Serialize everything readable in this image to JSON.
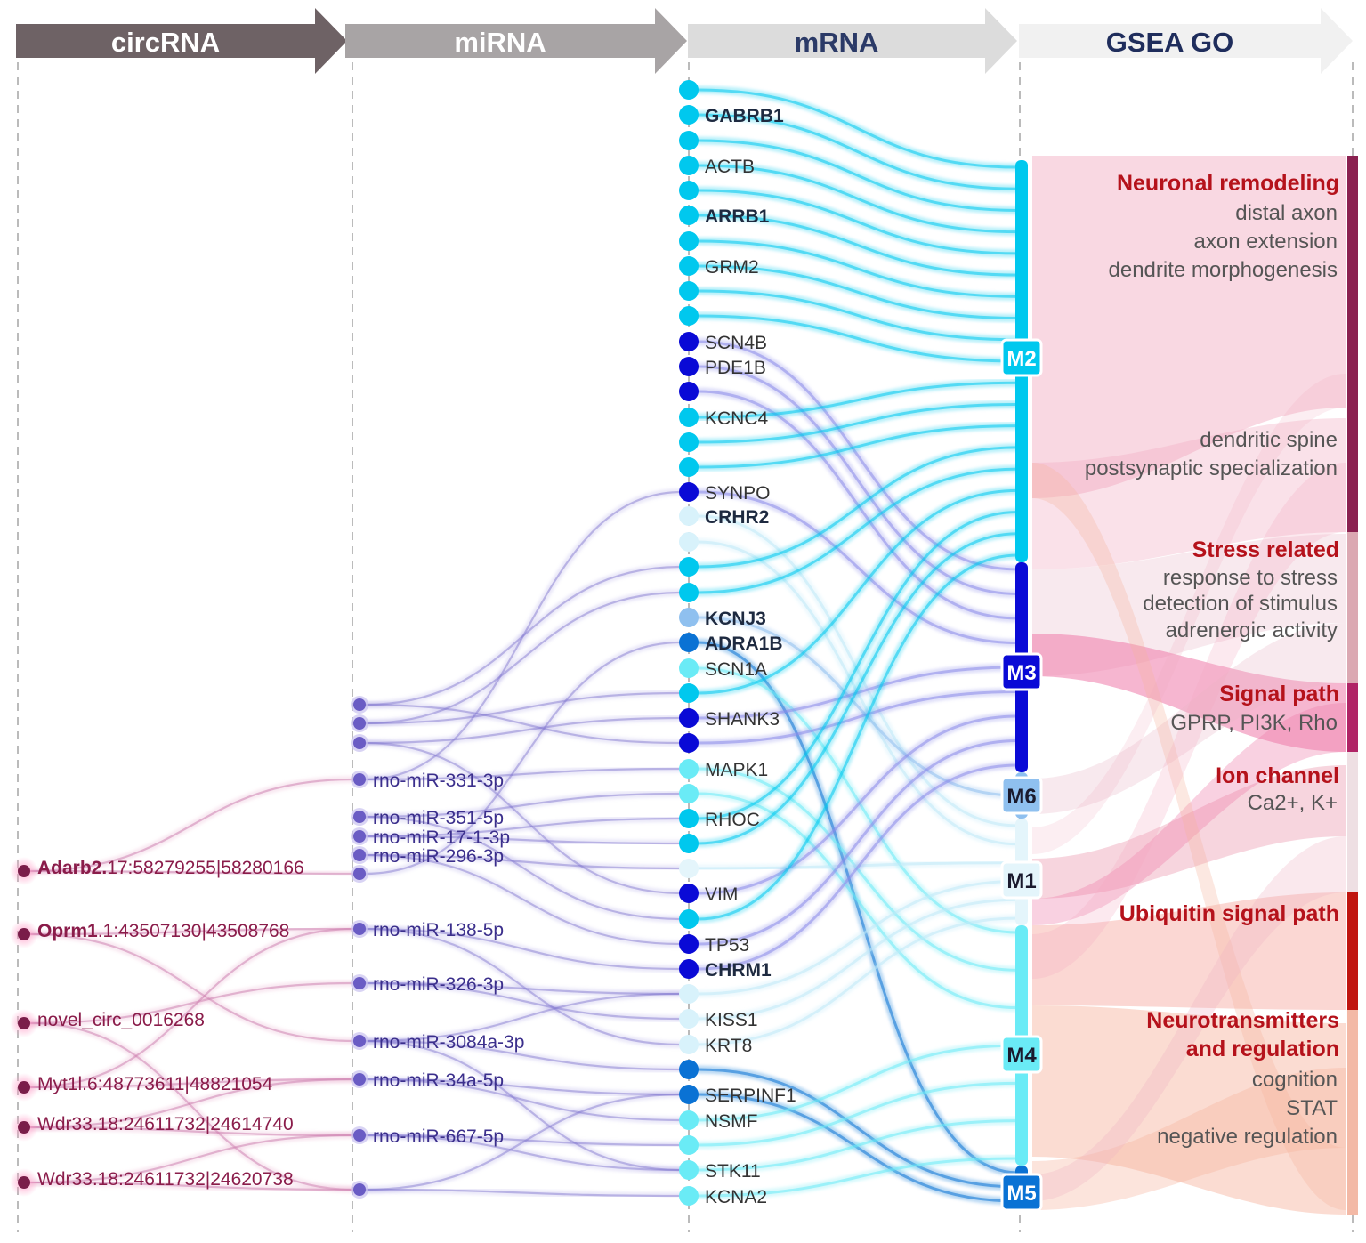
{
  "header": {
    "stages": [
      {
        "label": "circRNA",
        "fill": "#6e6265",
        "text_color": "#ffffff"
      },
      {
        "label": "miRNA",
        "fill": "#a8a4a5",
        "text_color": "#ffffff"
      },
      {
        "label": "mRNA",
        "fill": "#dcdcdc",
        "text_color": "#2b3a67"
      },
      {
        "label": "GSEA GO",
        "fill": "#f1f1f1",
        "text_color": "#1f2d5c"
      }
    ]
  },
  "circrnas": [
    {
      "bold": "Adarb2.",
      "rest": "17:58279255|58280166",
      "color": "#8a1c4a"
    },
    {
      "bold": "Oprm1",
      "rest": ".1:43507130|43508768",
      "color": "#8a1c4a"
    },
    {
      "bold": "",
      "rest": "novel_circ_0016268",
      "color": "#8a1c4a"
    },
    {
      "bold": "",
      "rest": "Myt1l.6:48773611|48821054",
      "color": "#8a1c4a"
    },
    {
      "bold": "",
      "rest": "Wdr33.18:24611732|24614740",
      "color": "#8a1c4a"
    },
    {
      "bold": "",
      "rest": "Wdr33.18:24611732|24620738",
      "color": "#8a1c4a"
    }
  ],
  "mirnas": [
    {
      "label": ""
    },
    {
      "label": ""
    },
    {
      "label": ""
    },
    {
      "label": "rno-miR-331-3p"
    },
    {
      "label": "rno-miR-351-5p"
    },
    {
      "label": "rno-miR-17-1-3p"
    },
    {
      "label": "rno-miR-296-3p"
    },
    {
      "label": ""
    },
    {
      "label": "rno-miR-138-5p"
    },
    {
      "label": "rno-miR-326-3p"
    },
    {
      "label": "rno-miR-3084a-3p"
    },
    {
      "label": "rno-miR-34a-5p"
    },
    {
      "label": "rno-miR-667-5p"
    },
    {
      "label": ""
    }
  ],
  "mrnas": [
    {
      "label": "",
      "bold": false,
      "color": "#00c8ee"
    },
    {
      "label": "GABRB1",
      "bold": true,
      "color": "#00c8ee"
    },
    {
      "label": "",
      "bold": false,
      "color": "#00c8ee"
    },
    {
      "label": "ACTB",
      "bold": false,
      "color": "#00c8ee"
    },
    {
      "label": "",
      "bold": false,
      "color": "#00c8ee"
    },
    {
      "label": "ARRB1",
      "bold": true,
      "color": "#00c8ee"
    },
    {
      "label": "",
      "bold": false,
      "color": "#00c8ee"
    },
    {
      "label": "GRM2",
      "bold": false,
      "color": "#00c8ee"
    },
    {
      "label": "",
      "bold": false,
      "color": "#00c8ee"
    },
    {
      "label": "",
      "bold": false,
      "color": "#00c8ee"
    },
    {
      "label": "SCN4B",
      "bold": false,
      "color": "#0a0ad6"
    },
    {
      "label": "PDE1B",
      "bold": false,
      "color": "#0a0ad6"
    },
    {
      "label": "",
      "bold": false,
      "color": "#0a0ad6"
    },
    {
      "label": "KCNC4",
      "bold": false,
      "color": "#00c8ee"
    },
    {
      "label": "",
      "bold": false,
      "color": "#00c8ee"
    },
    {
      "label": "",
      "bold": false,
      "color": "#00c8ee"
    },
    {
      "label": "SYNPO",
      "bold": false,
      "color": "#0a0ad6"
    },
    {
      "label": "CRHR2",
      "bold": true,
      "color": "#d8f2fb"
    },
    {
      "label": "",
      "bold": false,
      "color": "#d8f2fb"
    },
    {
      "label": "",
      "bold": false,
      "color": "#00c8ee"
    },
    {
      "label": "",
      "bold": false,
      "color": "#00c8ee"
    },
    {
      "label": "KCNJ3",
      "bold": true,
      "color": "#8fc0ef"
    },
    {
      "label": "ADRA1B",
      "bold": true,
      "color": "#0a72d4"
    },
    {
      "label": "SCN1A",
      "bold": false,
      "color": "#6aebf6"
    },
    {
      "label": "",
      "bold": false,
      "color": "#00c8ee"
    },
    {
      "label": "SHANK3",
      "bold": false,
      "color": "#0a0ad6"
    },
    {
      "label": "",
      "bold": false,
      "color": "#0a0ad6"
    },
    {
      "label": "MAPK1",
      "bold": false,
      "color": "#6aebf6"
    },
    {
      "label": "",
      "bold": false,
      "color": "#6aebf6"
    },
    {
      "label": "RHOC",
      "bold": false,
      "color": "#00c8ee"
    },
    {
      "label": "",
      "bold": false,
      "color": "#00c8ee"
    },
    {
      "label": "",
      "bold": false,
      "color": "#e4f5fb"
    },
    {
      "label": "VIM",
      "bold": false,
      "color": "#0a0ad6"
    },
    {
      "label": "",
      "bold": false,
      "color": "#00c8ee"
    },
    {
      "label": "TP53",
      "bold": false,
      "color": "#0a0ad6"
    },
    {
      "label": "CHRM1",
      "bold": true,
      "color": "#0a0ad6"
    },
    {
      "label": "",
      "bold": false,
      "color": "#d8f2fb"
    },
    {
      "label": "KISS1",
      "bold": false,
      "color": "#d8f2fb"
    },
    {
      "label": "KRT8",
      "bold": false,
      "color": "#d8f2fb"
    },
    {
      "label": "",
      "bold": false,
      "color": "#0a72d4"
    },
    {
      "label": "SERPINF1",
      "bold": false,
      "color": "#0a72d4"
    },
    {
      "label": "NSMF",
      "bold": false,
      "color": "#6aebf6"
    },
    {
      "label": "",
      "bold": false,
      "color": "#6aebf6"
    },
    {
      "label": "STK11",
      "bold": false,
      "color": "#6aebf6"
    },
    {
      "label": "KCNA2",
      "bold": false,
      "color": "#6aebf6"
    }
  ],
  "modules": [
    {
      "label": "M2",
      "color": "#00c8ee",
      "text_color": "#ffffff"
    },
    {
      "label": "M3",
      "color": "#0a0ad6",
      "text_color": "#ffffff"
    },
    {
      "label": "M6",
      "color": "#8fc0ef",
      "text_color": "#1a1a2e"
    },
    {
      "label": "M1",
      "color": "#e4f5fb",
      "text_color": "#1a1a2e"
    },
    {
      "label": "M4",
      "color": "#6aebf6",
      "text_color": "#1a1a2e"
    },
    {
      "label": "M5",
      "color": "#0a72d4",
      "text_color": "#ffffff"
    }
  ],
  "go_groups": [
    {
      "title": [
        "Neuronal remodeling"
      ],
      "terms": [
        "distal axon",
        "axon extension",
        "dendrite morphogenesis"
      ],
      "bar_color": "#8a2150",
      "band_color": "#f2a9bf"
    },
    {
      "title": [],
      "terms": [
        "dendritic spine",
        "postsynaptic specialization"
      ],
      "bar_color": "#8a2150",
      "band_color": "#f2a9bf"
    },
    {
      "title": [
        "Stress related"
      ],
      "terms": [
        "response to stress",
        "detection of stimulus",
        "adrenergic activity"
      ],
      "bar_color": "#dba8b2",
      "band_color": "#e9b7c7"
    },
    {
      "title": [
        "Signal path"
      ],
      "terms": [
        "GPRP, PI3K, Rho"
      ],
      "bar_color": "#b02466",
      "band_color": "#ee7aa9"
    },
    {
      "title": [
        "Ion channel"
      ],
      "terms": [
        "Ca2+, K+"
      ],
      "bar_color": "#eedfe3",
      "band_color": "#f0b2c2"
    },
    {
      "title": [
        "Ubiquitin signal path"
      ],
      "terms": [],
      "bar_color": "#c0150f",
      "band_color": "#f49a92"
    },
    {
      "title": [
        "Neurotransmitters",
        "and regulation"
      ],
      "terms": [
        "cognition",
        "STAT",
        "negative regulation"
      ],
      "bar_color": "#f3b9a6",
      "band_color": "#f6b29b"
    }
  ],
  "colors": {
    "title_red": "#b5121b",
    "term_gray": "#555555",
    "mirna_text": "#3b2f8c",
    "mrna_text": "#333333",
    "mrna_bold": "#1e2a40",
    "divider": "#bbbbbb"
  }
}
